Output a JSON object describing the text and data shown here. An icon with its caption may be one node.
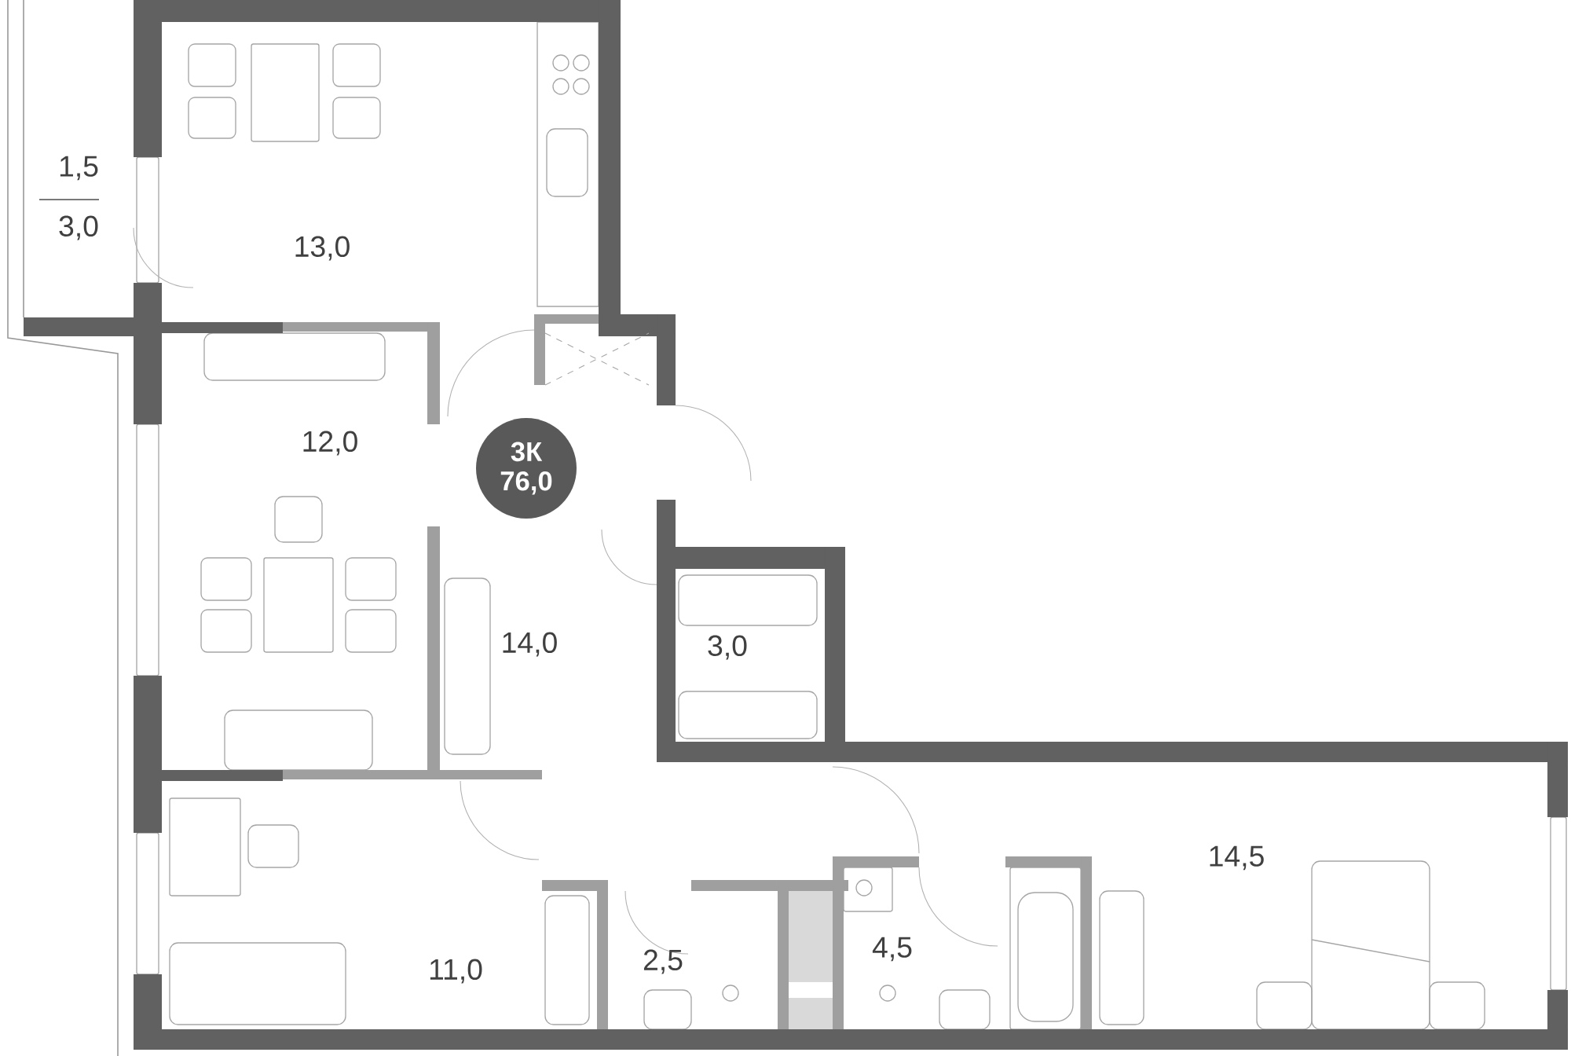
{
  "diagram": {
    "nodes": [
      {
        "text": [
          "3К",
          "76,0"
        ]
      }
    ],
    "labels": [
      "1,5",
      "3,0",
      "13,0",
      "12,0",
      "14,0",
      "3,0",
      "11,0",
      "2,5",
      "4,5",
      "14,5"
    ]
  }
}
